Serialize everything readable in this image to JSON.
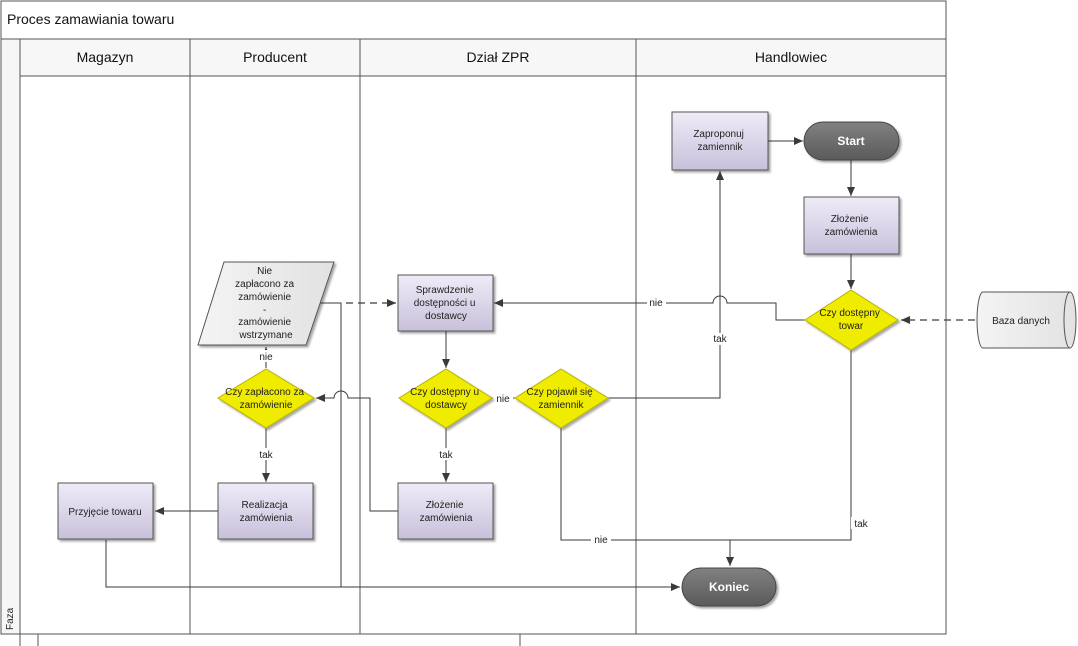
{
  "diagram": {
    "title": "Proces zamawiania towaru",
    "phase_label": "Faza",
    "lanes": [
      {
        "id": "magazyn",
        "label": "Magazyn"
      },
      {
        "id": "producent",
        "label": "Producent"
      },
      {
        "id": "dzial_zpr",
        "label": "Dział ZPR"
      },
      {
        "id": "handlowiec",
        "label": "Handlowiec"
      }
    ],
    "nodes": {
      "zaproponuj": {
        "lines": [
          "Zaproponuj",
          "zamiennik"
        ]
      },
      "start": {
        "lines": [
          "Start"
        ]
      },
      "zlozenie_zamowienia_h": {
        "lines": [
          "Złożenie",
          "zamówienia"
        ]
      },
      "czy_dostepny_towar": {
        "lines": [
          "Czy dostępny",
          "towar"
        ]
      },
      "baza_danych": {
        "lines": [
          "Baza danych"
        ]
      },
      "nie_zaplacono": {
        "lines": [
          "Nie",
          "zapłacono za",
          "zamówienie",
          "-",
          "zamówienie",
          "wstrzymane"
        ]
      },
      "sprawdzenie": {
        "lines": [
          "Sprawdzenie",
          "dostępności u",
          "dostawcy"
        ]
      },
      "czy_zaplacono": {
        "lines": [
          "Czy zapłacono za",
          "zamówienie"
        ]
      },
      "czy_dostepny_u_dostawcy": {
        "lines": [
          "Czy dostępny u",
          "dostawcy"
        ]
      },
      "czy_pojawil": {
        "lines": [
          "Czy pojawił się",
          "zamiennik"
        ]
      },
      "przyjecie": {
        "lines": [
          "Przyjęcie towaru"
        ]
      },
      "realizacja": {
        "lines": [
          "Realizacja",
          "zamówienia"
        ]
      },
      "zlozenie_zamowienia_z": {
        "lines": [
          "Złożenie",
          "zamówienia"
        ]
      },
      "koniec": {
        "lines": [
          "Koniec"
        ]
      }
    },
    "edge_labels": {
      "nie_to_sprawdzenie": "nie",
      "tak_to_zaproponuj": "tak",
      "nie_to_wstrzymane": "nie",
      "tak_to_realizacja": "tak",
      "nie_dostawca": "nie",
      "tak_to_zlozenie": "tak",
      "tak_to_koniec": "tak",
      "nie_to_koniec": "nie"
    },
    "colors": {
      "process_fill_top": "#eeeaf6",
      "process_fill_bottom": "#c9c1dc",
      "decision_fill": "#f0ec00",
      "decision_stroke": "#b8b200",
      "terminator_fill": "#6e6e6e",
      "lane_line": "#555555",
      "header_fill": "#f7f7f7"
    }
  }
}
